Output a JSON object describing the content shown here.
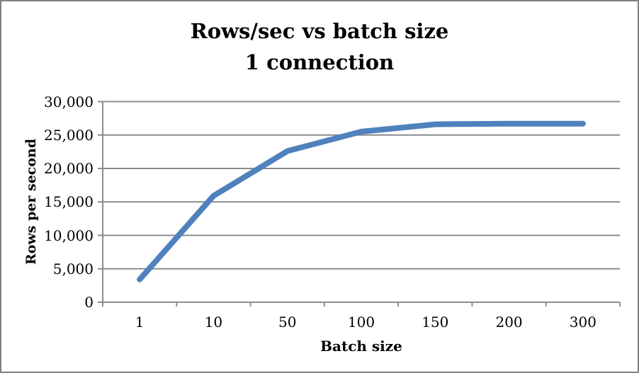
{
  "chart_data": {
    "type": "line",
    "title": "Rows/sec vs batch size",
    "subtitle": "1 connection",
    "xlabel": "Batch size",
    "ylabel": "Rows per second",
    "categories": [
      "1",
      "10",
      "50",
      "100",
      "150",
      "200",
      "300"
    ],
    "values": [
      3400,
      15900,
      22600,
      25500,
      26600,
      26700,
      26700
    ],
    "series_name": "Rows per second",
    "ylim": [
      0,
      30000
    ],
    "ytick_step": 5000,
    "ytick_labels": [
      "0",
      "5,000",
      "10,000",
      "15,000",
      "20,000",
      "25,000",
      "30,000"
    ],
    "grid": true,
    "legend": "none",
    "colors": {
      "line": "#4F81BD",
      "gridline": "#8C8C8C",
      "axis": "#8C8C8C",
      "text": "#000000",
      "frame_border": "#808080",
      "background": "#FFFFFF"
    }
  }
}
